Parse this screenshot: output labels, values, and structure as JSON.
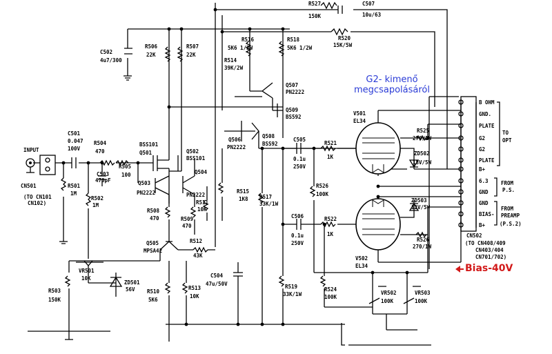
{
  "annotations": {
    "g2_line1": "G2- kimenő",
    "g2_line2": "megcsapolásáról",
    "bias": "Bias-40V"
  },
  "labels": {
    "input": "INPUT",
    "cn501": "CN501",
    "to_cn101": "(TO CN101",
    "cn102": "CN102)",
    "c501": "C501",
    "c501_v": "0.047",
    "c501_v2": "100V",
    "r504": "R504",
    "r504_v": "470",
    "c503": "C503",
    "c503_v": "470pF",
    "r505": "R505",
    "r505_v": "100",
    "r501": "R501",
    "r501_v": "1M",
    "r502": "R502",
    "r502_v": "1M",
    "c502": "C502",
    "c502_v": "4u7/300",
    "r506": "R506",
    "r506_v": "22K",
    "r507": "R507",
    "r507_v": "22K",
    "r516": "R516",
    "r516_v": "5K6 1/2W",
    "r514": "R514",
    "r514_v": "39K/2W",
    "r518": "R518",
    "r518_v": "5K6 1/2W",
    "r527": "R527",
    "r527_v": "150K",
    "c507": "C507",
    "c507_v": "10u/63",
    "r520": "R520",
    "r520_v": "15K/5W",
    "q507": "Q507",
    "q507_v": "PN2222",
    "q509": "Q509",
    "q509_v": "BS592",
    "bss101": "BSS101",
    "q501": "Q501",
    "q502": "Q502",
    "q502_v": "BSS101",
    "q503": "Q503",
    "q503_v": "PN2222",
    "q504": "Q504",
    "pn2222": "PN2222",
    "r511": "R511",
    "r511_v": "10K",
    "r508": "R508",
    "r508_v": "470",
    "r509": "R509",
    "r509_v": "470",
    "q505": "Q505",
    "q505_v": "MPSA42",
    "r512": "R512",
    "r512_v": "43K",
    "r515": "R515",
    "r515_v": "1K8",
    "q506": "Q506",
    "q506_v": "PN2222",
    "q508": "Q508",
    "q508_v": "BSS92",
    "r517": "R517",
    "r517_v": "33K/1W",
    "c505": "C505",
    "c505_v": "0.1u",
    "c505_v2": "250V",
    "r521": "R521",
    "r521_v": "1K",
    "r526": "R526",
    "r526_v": "100K",
    "c506": "C506",
    "c506_v": "0.1u",
    "c506_v2": "250V",
    "r522": "R522",
    "r522_v": "1K",
    "v501": "V501",
    "v501_v": "EL34",
    "v502": "V502",
    "v502_v": "EL34",
    "r525": "R525",
    "r525_v": "270/1W",
    "zd502": "ZD502",
    "zd502_v": "18V/5W",
    "zd503": "ZD503",
    "zd503_v": "12V/5W",
    "r526b": "R526",
    "r526b_v": "270/1W",
    "vr501": "VR501",
    "vr501_v": "10K",
    "zd501": "ZD501",
    "zd501_v": "56V",
    "r503": "R503",
    "r503_v": "150K",
    "r510": "R510",
    "r510_v": "5K6",
    "r513": "R513",
    "r513_v": "10K",
    "c504": "C504",
    "c504_v": "47u/50V",
    "r519": "R519",
    "r519_v": "33K/1W",
    "r524": "R524",
    "r524_v": "100K",
    "vr502": "VR502",
    "vr502_v": "100K",
    "vr503": "VR503",
    "vr503_v": "100K",
    "cn502": "CN502",
    "cn502_to": "(TO CN408/409",
    "cn502_to2": "CN403/404",
    "cn502_to3": "CN701/702)",
    "to_opt": "TO",
    "to_opt2": "OPT",
    "from_ps": "FROM",
    "from_ps2": "P.S.",
    "from_pre": "FROM",
    "from_pre2": "PREAMP",
    "from_pre3": "(P.S.2)"
  },
  "connector_pins": [
    "B OHM",
    "GND.",
    "PLATE",
    "G2",
    "G2",
    "PLATE",
    "B+",
    "6.3",
    "GND",
    "GND",
    "BIAS-",
    "B+"
  ]
}
